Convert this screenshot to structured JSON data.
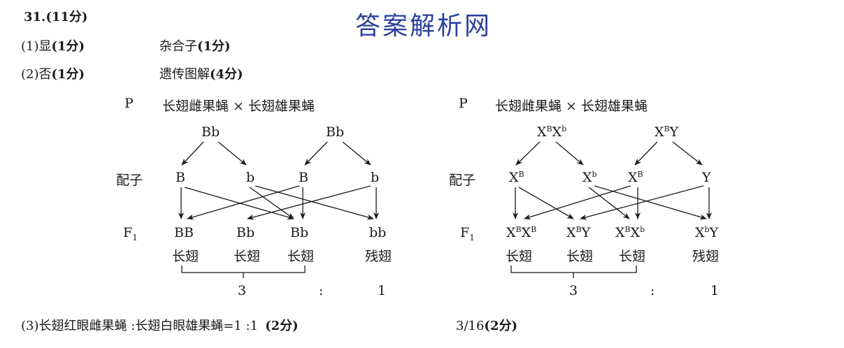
{
  "question": {
    "number": "31.",
    "score": "(11分)"
  },
  "watermark": "答案解析网",
  "part1": {
    "label": "(1)显",
    "score_a": "(1分)",
    "answer_b": "杂合子",
    "score_b": "(1分)"
  },
  "part2": {
    "label": "(2)否",
    "score_a": "(1分)",
    "answer_b": "遗传图解",
    "score_b": "(4分)"
  },
  "diagram_left": {
    "p_label": "P",
    "cross": "长翅雌果蝇 × 长翅雄果蝇",
    "parent_female": "Bb",
    "parent_male": "Bb",
    "gamete_label": "配子",
    "gametes": [
      "B",
      "b",
      "B",
      "b"
    ],
    "f1_label": "F",
    "f1_sub": "1",
    "offspring": [
      "BB",
      "Bb",
      "Bb",
      "bb"
    ],
    "phenotypes": [
      "长翅",
      "长翅",
      "长翅",
      "残翅"
    ],
    "ratio_left": "3",
    "ratio_colon": ":",
    "ratio_right": "1"
  },
  "diagram_right": {
    "p_label": "P",
    "cross": "长翅雌果蝇 × 长翅雄果蝇",
    "gamete_label": "配子",
    "f1_label": "F",
    "f1_sub": "1",
    "phenotypes": [
      "长翅",
      "长翅",
      "长翅",
      "残翅"
    ],
    "ratio_left": "3",
    "ratio_colon": ":",
    "ratio_right": "1"
  },
  "part3": {
    "text": "(3)长翅红眼雌果蝇 :长翅白眼雄果蝇=1 :1",
    "score_a": "(2分)",
    "answer_b": "3/16",
    "score_b": "(2分)"
  }
}
